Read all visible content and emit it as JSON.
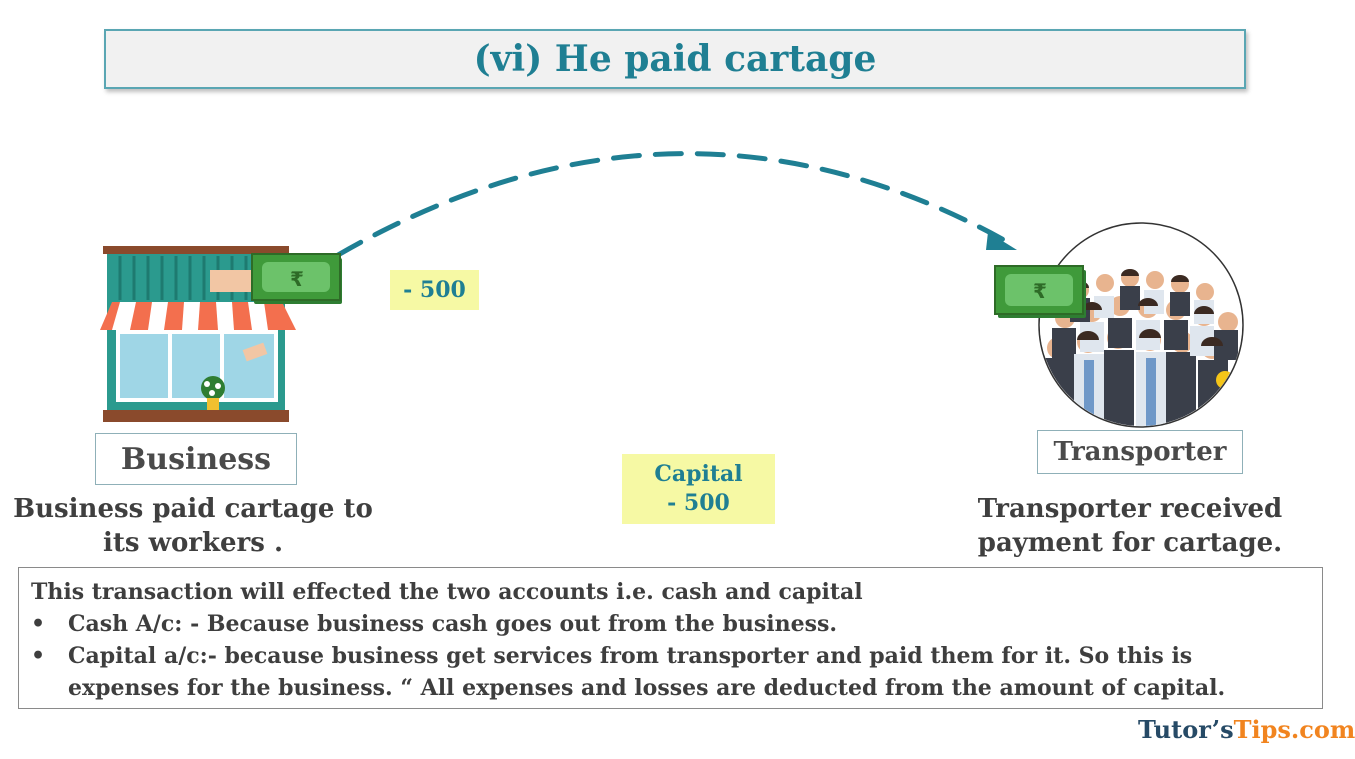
{
  "title": "(vi) He paid cartage",
  "business": {
    "label": "Business",
    "caption_line1": "Business paid cartage to",
    "caption_line2": "its workers ."
  },
  "transporter": {
    "label": "Transporter",
    "caption_line1": "Transporter received",
    "caption_line2": "payment for cartage."
  },
  "money_symbol": "₹",
  "cash_change": "- 500",
  "capital": {
    "label": "Capital",
    "value": "- 500"
  },
  "explanation": {
    "intro": "This transaction will effected the two accounts i.e. cash and capital",
    "bullet_symbol": "•",
    "bullets": [
      "Cash A/c: - Because business cash goes out from the business.",
      "Capital a/c:- because business get services from transporter and paid them for it. So this is expenses for the business. “ All expenses and losses are deducted from the amount of capital."
    ]
  },
  "brand": {
    "part1": "Tutor’s",
    "part2": "Tips.com"
  },
  "colors": {
    "accent": "#1f7f93",
    "arrow": "#1f7f93",
    "highlight": "#f6f9a4",
    "brand_dark": "#264a66",
    "brand_orange": "#f1841f"
  }
}
